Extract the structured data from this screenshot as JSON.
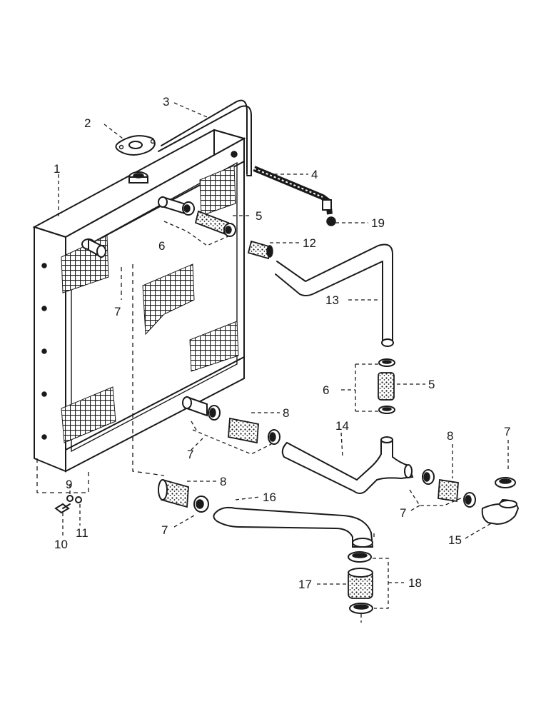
{
  "callouts": {
    "c1": "1",
    "c2": "2",
    "c3": "3",
    "c4": "4",
    "c5a": "5",
    "c5b": "5",
    "c6a": "6",
    "c6b": "6",
    "c7a": "7",
    "c7b": "7",
    "c7c": "7",
    "c7d": "7",
    "c7e": "7",
    "c8a": "8",
    "c8b": "8",
    "c8c": "8",
    "c9": "9",
    "c10": "10",
    "c11": "11",
    "c12": "12",
    "c13": "13",
    "c14": "14",
    "c15": "15",
    "c16": "16",
    "c17": "17",
    "c18": "18",
    "c19": "19"
  },
  "colors": {
    "ink": "#1a1a1a",
    "paper": "#ffffff"
  }
}
